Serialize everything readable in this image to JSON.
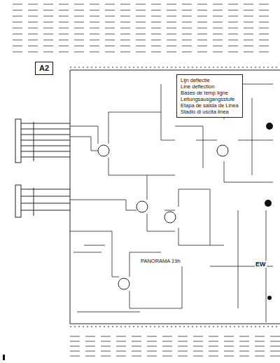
{
  "diagram": {
    "nodes": [
      {
        "text": [
          "A2"
        ]
      },
      {
        "text": [
          "Lijn deflectie",
          "Line deflection",
          "Bases de temp ligne",
          "Leitungsausgangsstufe",
          "Etapa de salida de Linea",
          "Stadio di uscita linea"
        ]
      }
    ],
    "labels": [
      "PANORAMA 19h",
      "EW"
    ]
  }
}
